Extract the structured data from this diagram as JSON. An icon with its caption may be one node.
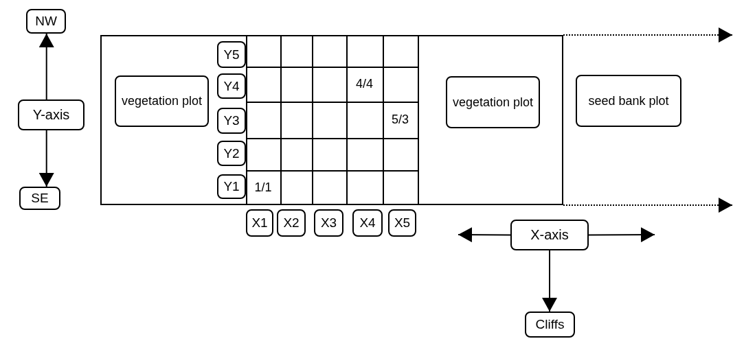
{
  "diagram": {
    "nodes": [
      {
        "text": [
          "NW"
        ]
      },
      {
        "text": [
          "Y-axis"
        ]
      },
      {
        "text": [
          "SE"
        ]
      },
      {
        "text": [],
        "shape": "box"
      },
      {
        "text": [
          "vegetation plot"
        ],
        "in": 3
      },
      {
        "text": [
          "Y5"
        ],
        "in": 3
      },
      {
        "text": [
          "Y4"
        ],
        "in": 3
      },
      {
        "text": [
          "Y3"
        ],
        "in": 3
      },
      {
        "text": [
          "Y2"
        ],
        "in": 3
      },
      {
        "text": [
          "Y1"
        ],
        "in": 3
      },
      {
        "text": [
          "vegetation plot"
        ],
        "in": 3
      },
      {
        "text": [
          "seed bank plot"
        ]
      },
      {
        "text": [
          "X1"
        ]
      },
      {
        "text": [
          "X2"
        ]
      },
      {
        "text": [
          "X3"
        ]
      },
      {
        "text": [
          "X4"
        ]
      },
      {
        "text": [
          "X5"
        ]
      },
      {
        "text": [
          "X-axis"
        ]
      },
      {
        "text": [
          "Cliffs"
        ]
      }
    ],
    "edges": [
      {
        "from": 1,
        "to": 0,
        "arrow": "to"
      },
      {
        "from": 1,
        "to": 2,
        "arrow": "to"
      },
      {
        "from": 3,
        "to": null,
        "arrow": "to",
        "style": "dashed"
      },
      {
        "from": 3,
        "to": null,
        "arrow": "to",
        "style": "dashed"
      },
      {
        "from": 17,
        "to": null,
        "arrow": "to"
      },
      {
        "from": 17,
        "to": null,
        "arrow": "to"
      },
      {
        "from": 17,
        "to": 18,
        "arrow": "to"
      }
    ],
    "labels": [
      "4/4",
      "5/3",
      "1/1"
    ]
  }
}
